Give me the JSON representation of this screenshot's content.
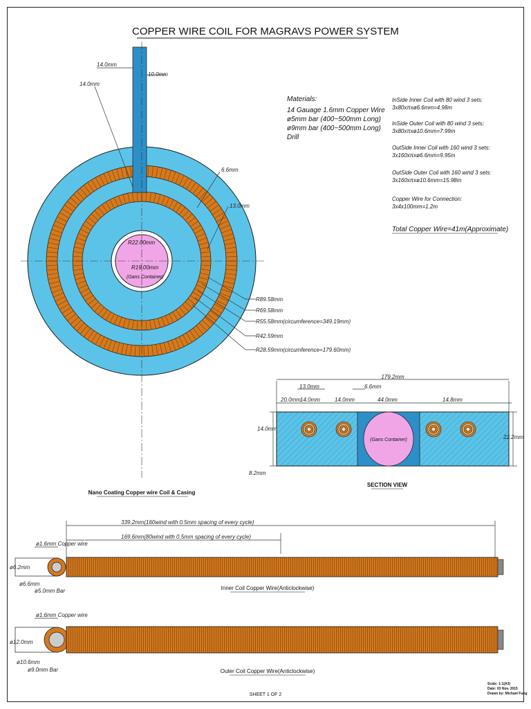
{
  "title": "COPPER WIRE COIL  FOR MAGRAVS POWER SYSTEM",
  "materials": {
    "heading": "Materials:",
    "lines": [
      "14 Gauage 1.6mm Copper Wire",
      "ø5mm bar (400~500mm Long)",
      "ø9mm bar (400~500mm Long)",
      "Drill"
    ]
  },
  "coil_specs": [
    {
      "label": "InSide Inner Coil with 80 wind 3 sets:",
      "formula": "3x80xπxø6.6mm=4.98m"
    },
    {
      "label": "InSide Outer Coil with 80 wind 3 sets:",
      "formula": "3x80xπxø10.6mm=7.99m"
    },
    {
      "label": "OutSide Inner Coil with 160 wind 3 sets:",
      "formula": "3x160xπxø6.6mm=9.95m"
    },
    {
      "label": "OutSide Outer Coil with 160 wind 3 sets:",
      "formula": "3x160xπxø10.6mm=15.98m"
    },
    {
      "label": "Copper Wire for Connection:",
      "formula": "3x4x100mm=1.2m"
    }
  ],
  "total": "Total Copper Wire=41m(Approximate)",
  "casing": {
    "labels": {
      "w14a": "14.0mm",
      "w14b": "14.0mm",
      "w10": "10.0mm",
      "w66": "6.6mm",
      "w13": "13.0mm",
      "r22": "R22.00mm",
      "r19": "R19.00mm",
      "gans": "(Gans Container)"
    },
    "radii_callouts": [
      "R89.58mm",
      "R69.58mm",
      "R55.58mm(circumference=349.19mm)",
      "R42.59mm",
      "R28.59mm(circumference=179.60mm)"
    ],
    "caption": "Nano Coating Copper wire Coil & Casing"
  },
  "section": {
    "overall": "179.2mm",
    "d13": "13.0mm",
    "d66": "6.6mm",
    "d20": "20.0mm",
    "d14a": "14.0mm",
    "d14b": "14.0mm",
    "d44": "44.0mm",
    "d148": "14.8mm",
    "h14": "14.0mm",
    "h222": "22.2mm",
    "h82": "8.2mm",
    "gans": "(Gans Container)",
    "caption": "SECTION VIEW"
  },
  "inner_coil": {
    "dim_long": "339.2mm(160wind with 0.5mm spacing of every cycle)",
    "dim_short": "169.6mm(80wind with 0.5mm spacing of every cycle)",
    "wire": "ø1.6mm Copper wire",
    "d1": "ø6.2mm",
    "d2": "ø6.6mm",
    "bar": "ø5.0mm Bar",
    "caption": "Inner Coil Copper Wire(Anticlockwise)"
  },
  "outer_coil": {
    "wire": "ø1.6mm Copper wire",
    "d1": "ø12.0mm",
    "d2": "ø10.6mm",
    "bar": "ø9.0mm Bar",
    "caption": "Outer Coil Copper Wire(Anticlockwise)"
  },
  "title_block": {
    "scale": "Scale: 1:1(A3)",
    "date": "Date: 03 Nov. 2015",
    "drawn": "Drawn by: Michael Fung",
    "sheet": "SHEET 1 OF 2"
  },
  "colors": {
    "casing": "#5cc3e8",
    "copper": "#d47a1e",
    "gans": "#f0a6e6",
    "outline": "#1a1a1a"
  }
}
